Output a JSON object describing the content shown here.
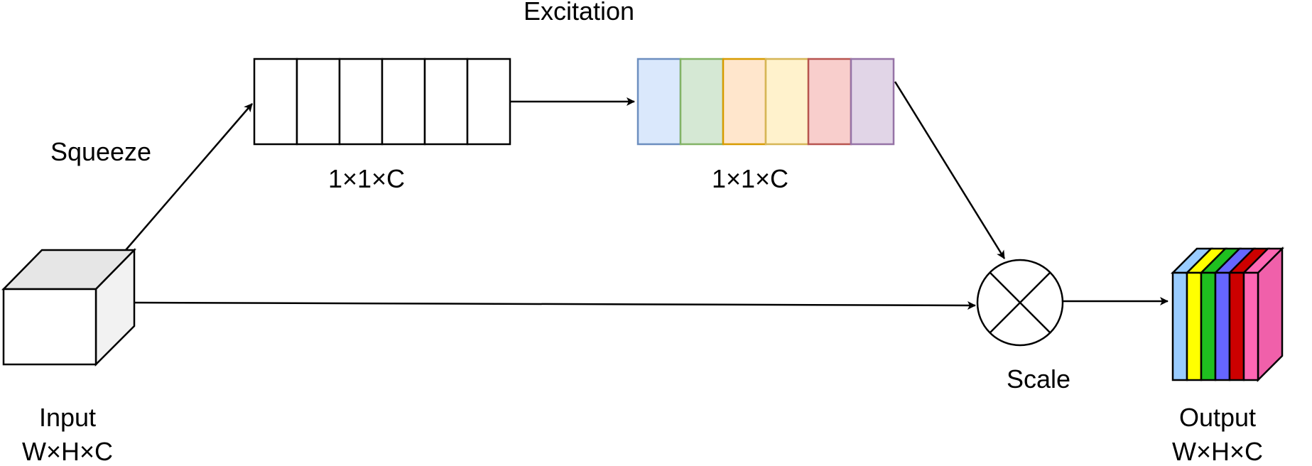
{
  "labels": {
    "excitation": "Excitation",
    "squeeze": "Squeeze",
    "squeeze_shape": "1×1×C",
    "excitation_shape": "1×1×C",
    "scale": "Scale",
    "input_title": "Input",
    "input_shape": "W×H×C",
    "output_title": "Output",
    "output_shape": "W×H×C"
  },
  "colors": {
    "excitation_fills": [
      "#dae8fc",
      "#d5e8d4",
      "#ffe6cc",
      "#fff2cc",
      "#f8cecc",
      "#e1d5e7"
    ],
    "excitation_strokes": [
      "#6c8ebf",
      "#82b366",
      "#d79b00",
      "#d6b656",
      "#b85450",
      "#9673a6"
    ],
    "output_slices": [
      "#99ccff",
      "#ffff00",
      "#1fbf1f",
      "#6666ff",
      "#cc0000",
      "#ff66b3"
    ],
    "output_side": "#f060aa",
    "cube_top": "#e6e6e6",
    "cube_side": "#f2f2f2"
  }
}
